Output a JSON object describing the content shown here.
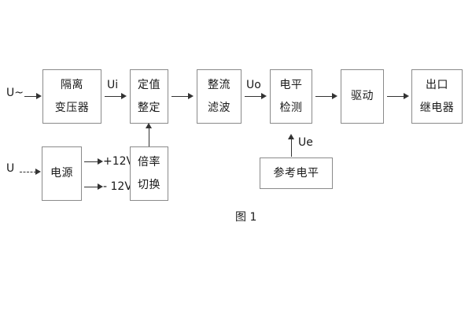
{
  "figure": {
    "caption": "图 1",
    "background_color": "#ffffff",
    "border_color": "#8a8a8a",
    "line_color": "#333333",
    "text_color": "#1a1a1a"
  },
  "blocks": [
    {
      "id": "isolation-transformer",
      "lines": [
        "隔离",
        "变压器"
      ]
    },
    {
      "id": "setting-value",
      "lines": [
        "定值",
        "整定"
      ]
    },
    {
      "id": "rectifier-filter",
      "lines": [
        "整流",
        "滤波"
      ]
    },
    {
      "id": "level-detection",
      "lines": [
        "电平",
        "检测"
      ]
    },
    {
      "id": "drive",
      "lines": [
        "驱动"
      ]
    },
    {
      "id": "output-relay",
      "lines": [
        "出口",
        "继电器"
      ]
    },
    {
      "id": "power-supply",
      "lines": [
        "电源"
      ]
    },
    {
      "id": "multiplier-switch",
      "lines": [
        "倍率",
        "切换"
      ]
    },
    {
      "id": "reference-level",
      "lines": [
        "参考电平"
      ]
    }
  ],
  "labels": {
    "ac_input": "U~",
    "dc_input": "U",
    "signal_ui": "Ui",
    "signal_uo": "Uo",
    "signal_ue": "Ue",
    "rail_positive": "+12V",
    "rail_negative": "- 12V"
  }
}
